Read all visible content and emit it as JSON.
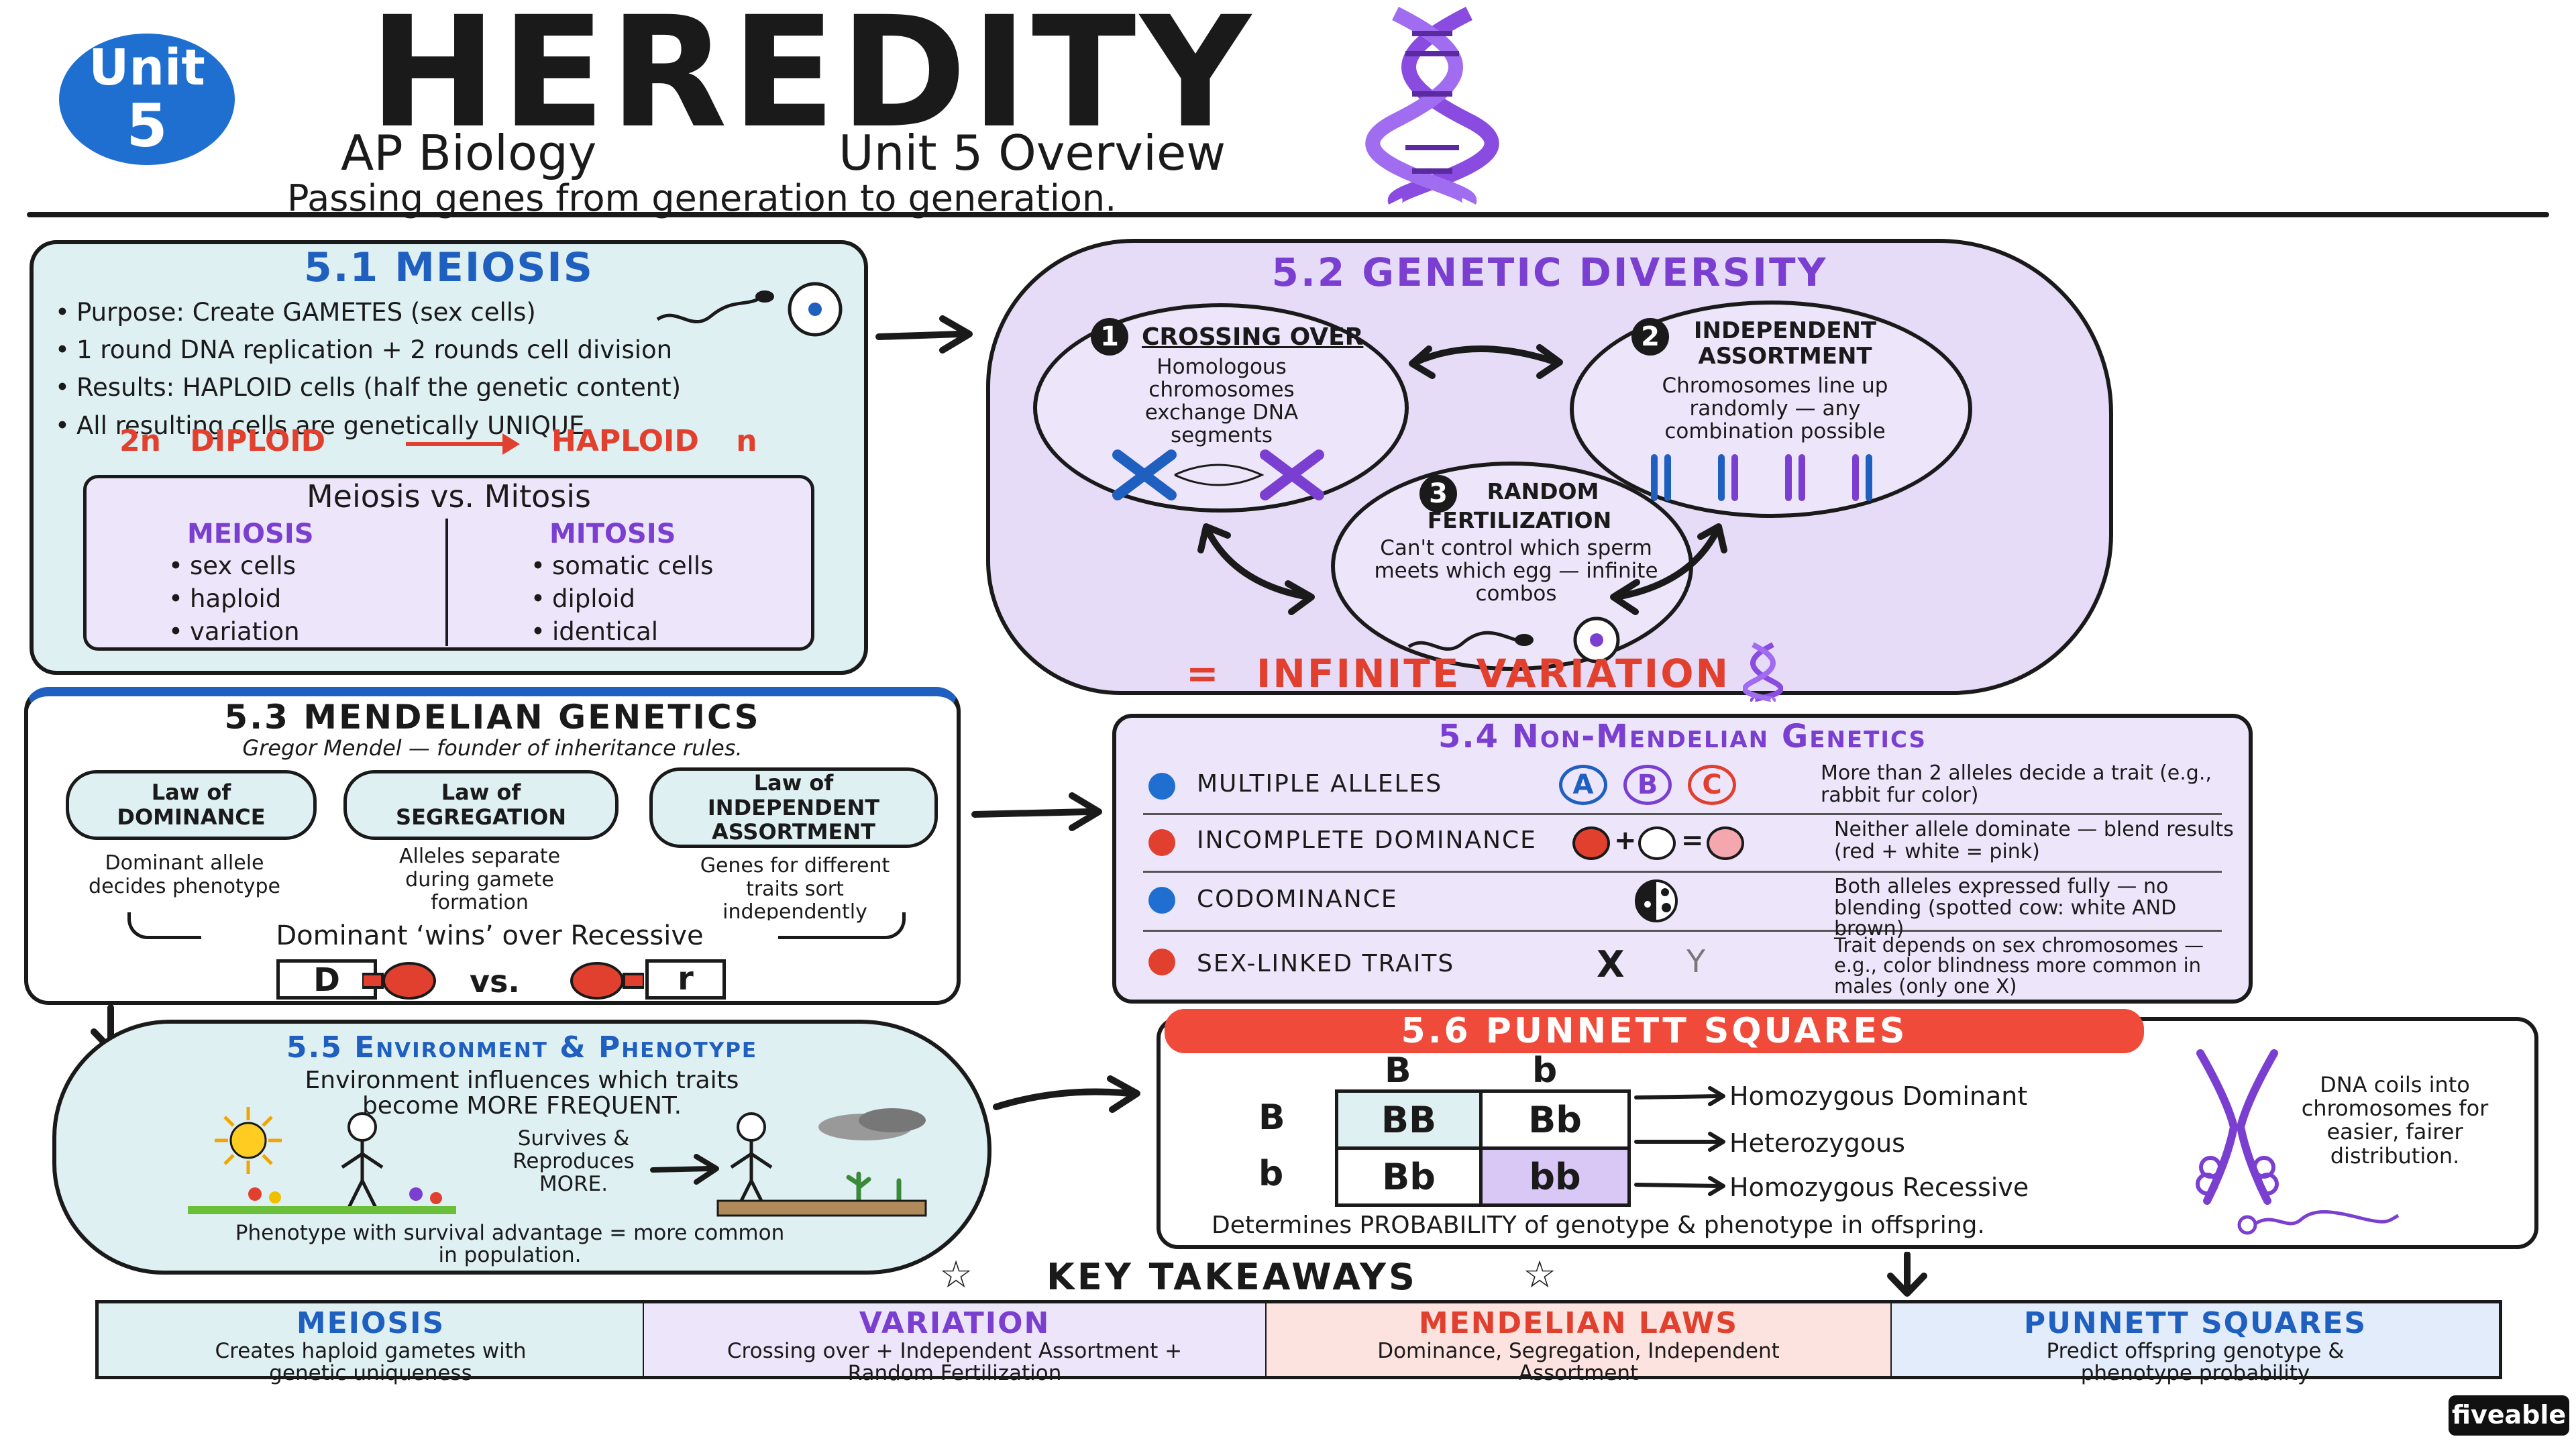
{
  "header": {
    "badge_line1": "Unit",
    "badge_line2": "5",
    "title": "HEREDITY",
    "course": "AP Biology",
    "overview": "Unit 5 Overview",
    "tagline": "Passing genes from generation to generation."
  },
  "meiosis": {
    "title": "5.1 MEIOSIS",
    "bullets": [
      "Purpose: Create GAMETES (sex cells)",
      "1 round DNA replication + 2 rounds cell division",
      "Results: HAPLOID cells (half the genetic content)",
      "All resulting cells are genetically UNIQUE"
    ],
    "n2": "2n",
    "diploid": "DIPLOID",
    "haploid": "HAPLOID",
    "n": "n",
    "compare_title": "Meiosis vs. Mitosis",
    "meiosis_head": "MEIOSIS",
    "meiosis_items": [
      "sex cells",
      "haploid",
      "variation"
    ],
    "mitosis_head": "MITOSIS",
    "mitosis_items": [
      "somatic cells",
      "diploid",
      "identical"
    ]
  },
  "diversity": {
    "title": "5.2 GENETIC DIVERSITY",
    "crossing": {
      "num": "1",
      "title": "CROSSING OVER",
      "desc": "Homologous chromosomes exchange DNA segments"
    },
    "independent": {
      "num": "2",
      "title": "INDEPENDENT ASSORTMENT",
      "desc": "Chromosomes line up randomly — any combination possible"
    },
    "random": {
      "num": "3",
      "title": "RANDOM FERTILIZATION",
      "desc": "Can't control which sperm meets which egg — infinite combos"
    },
    "equals": "=",
    "result": "INFINITE VARIATION"
  },
  "mendel": {
    "title": "5.3 MENDELIAN GENETICS",
    "subtitle": "Gregor Mendel — founder of inheritance rules.",
    "laws": [
      {
        "name": "Law of DOMINANCE",
        "desc": "Dominant allele decides phenotype"
      },
      {
        "name": "Law of SEGREGATION",
        "desc": "Alleles separate during gamete formation"
      },
      {
        "name": "Law of INDEPENDENT ASSORTMENT",
        "desc": "Genes for different traits sort independently"
      }
    ],
    "wins": "Dominant ‘wins’ over Recessive",
    "big_d": "D",
    "vs": "vs.",
    "small_r": "r"
  },
  "nonmendel": {
    "title": "5.4 Non-Mendelian Genetics",
    "rows": [
      {
        "name": "MULTIPLE ALLELES",
        "desc": "More than 2 alleles decide a trait (e.g., rabbit fur color)"
      },
      {
        "name": "INCOMPLETE DOMINANCE",
        "desc": "Neither allele dominate — blend results (red + white = pink)"
      },
      {
        "name": "CODOMINANCE",
        "desc": "Both alleles expressed fully — no blending (spotted cow: white AND brown)"
      },
      {
        "name": "SEX-LINKED TRAITS",
        "desc": "Trait depends on sex chromosomes — e.g., color blindness more common in males (only one X)"
      }
    ],
    "alleles": [
      "A",
      "B",
      "C"
    ],
    "plus": "+",
    "eq": "=",
    "x": "X",
    "y": "Y"
  },
  "environment": {
    "title": "5.5 Environment & Phenotype",
    "line1": "Environment influences which traits",
    "line2": "become MORE FREQUENT.",
    "survives": "Survives & Reproduces MORE.",
    "note": "Phenotype with survival advantage = more common in population."
  },
  "punnett": {
    "title": "5.6 PUNNETT SQUARES",
    "col_b1": "B",
    "col_b2": "b",
    "row_b1": "B",
    "row_b2": "b",
    "cells": [
      "BB",
      "Bb",
      "Bb",
      "bb"
    ],
    "labels": [
      "Homozygous Dominant",
      "Heterozygous",
      "Homozygous Recessive"
    ],
    "footer": "Determines PROBABILITY of genotype & phenotype in offspring.",
    "dna_note": "DNA coils into chromosomes for easier, fairer distribution."
  },
  "takeaways": {
    "title": "KEY TAKEAWAYS",
    "items": [
      {
        "head": "MEIOSIS",
        "desc": "Creates haploid gametes with genetic uniqueness"
      },
      {
        "head": "VARIATION",
        "desc": "Crossing over + Independent Assortment + Random Fertilization"
      },
      {
        "head": "MENDELIAN LAWS",
        "desc": "Dominance, Segregation, Independent Assortment"
      },
      {
        "head": "PUNNETT SQUARES",
        "desc": "Predict offspring genotype & phenotype probability"
      }
    ]
  },
  "brand": "fiveable",
  "colors": {
    "blue": "#1f5fbf",
    "purple": "#7a3fd0",
    "red": "#e2402f",
    "teal_bg": "#dff0f3",
    "lavender_bg": "#ede6fb",
    "pink_bg": "#fde3df",
    "sky_bg": "#e3ecfb"
  }
}
